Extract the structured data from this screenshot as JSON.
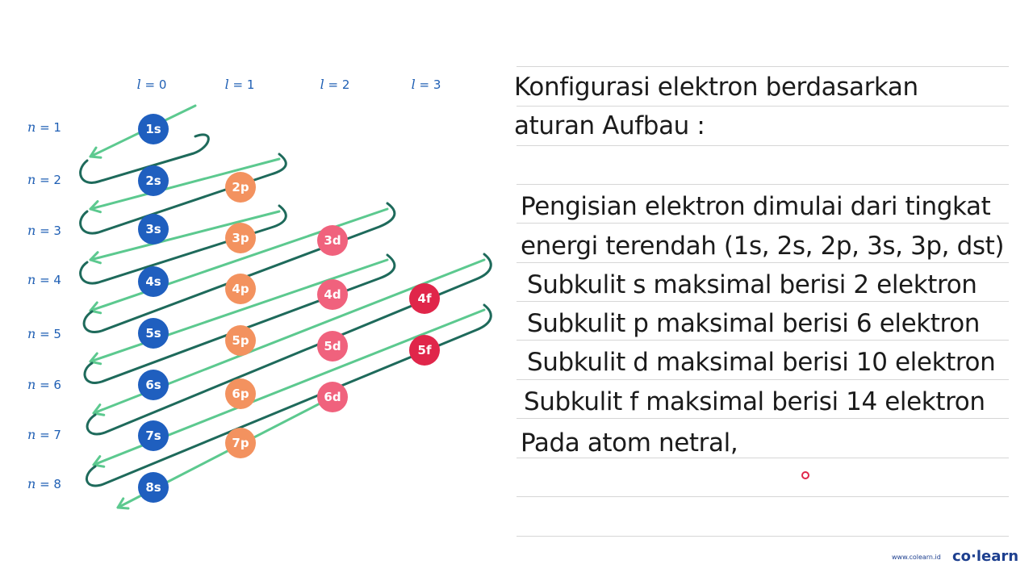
{
  "diagram": {
    "l_labels": [
      {
        "var": "l",
        "text": " = 0"
      },
      {
        "var": "l",
        "text": " = 1"
      },
      {
        "var": "l",
        "text": " = 2"
      },
      {
        "var": "l",
        "text": " = 3"
      }
    ],
    "n_labels": [
      {
        "var": "n",
        "text": " = 1"
      },
      {
        "var": "n",
        "text": " = 2"
      },
      {
        "var": "n",
        "text": " = 3"
      },
      {
        "var": "n",
        "text": " = 4"
      },
      {
        "var": "n",
        "text": " = 5"
      },
      {
        "var": "n",
        "text": " = 6"
      },
      {
        "var": "n",
        "text": " = 7"
      },
      {
        "var": "n",
        "text": " = 8"
      }
    ],
    "orbitals": [
      {
        "label": "1s",
        "color": "#1f5fbf"
      },
      {
        "label": "2s",
        "color": "#1f5fbf"
      },
      {
        "label": "2p",
        "color": "#f3925f"
      },
      {
        "label": "3s",
        "color": "#1f5fbf"
      },
      {
        "label": "3p",
        "color": "#f3925f"
      },
      {
        "label": "3d",
        "color": "#f0627d"
      },
      {
        "label": "4s",
        "color": "#1f5fbf"
      },
      {
        "label": "4p",
        "color": "#f3925f"
      },
      {
        "label": "4d",
        "color": "#f0627d"
      },
      {
        "label": "4f",
        "color": "#e0264a"
      },
      {
        "label": "5s",
        "color": "#1f5fbf"
      },
      {
        "label": "5p",
        "color": "#f3925f"
      },
      {
        "label": "5d",
        "color": "#f0627d"
      },
      {
        "label": "5f",
        "color": "#e0264a"
      },
      {
        "label": "6s",
        "color": "#1f5fbf"
      },
      {
        "label": "6p",
        "color": "#f3925f"
      },
      {
        "label": "6d",
        "color": "#f0627d"
      },
      {
        "label": "7s",
        "color": "#1f5fbf"
      },
      {
        "label": "7p",
        "color": "#f3925f"
      },
      {
        "label": "8s",
        "color": "#1f5fbf"
      }
    ],
    "colors": {
      "arrow_light": "#5cc98f",
      "arrow_dark": "#1e6a5b",
      "label": "#1f5fb4"
    }
  },
  "notes": {
    "title_line1": "Konfigurasi elektron berdasarkan",
    "title_line2": "aturan Aufbau :",
    "lines": [
      "Pengisian elektron dimulai dari tingkat",
      "energi terendah (1s, 2s, 2p, 3s, 3p, dst)",
      "Subkulit s maksimal berisi 2 elektron",
      "Subkulit p maksimal berisi 6 elektron",
      "Subkulit d maksimal berisi 10 elektron",
      "Subkulit f maksimal berisi 14 elektron",
      "Pada atom netral,"
    ]
  },
  "brand": {
    "url": "www.colearn.id",
    "logo": "co·learn"
  }
}
